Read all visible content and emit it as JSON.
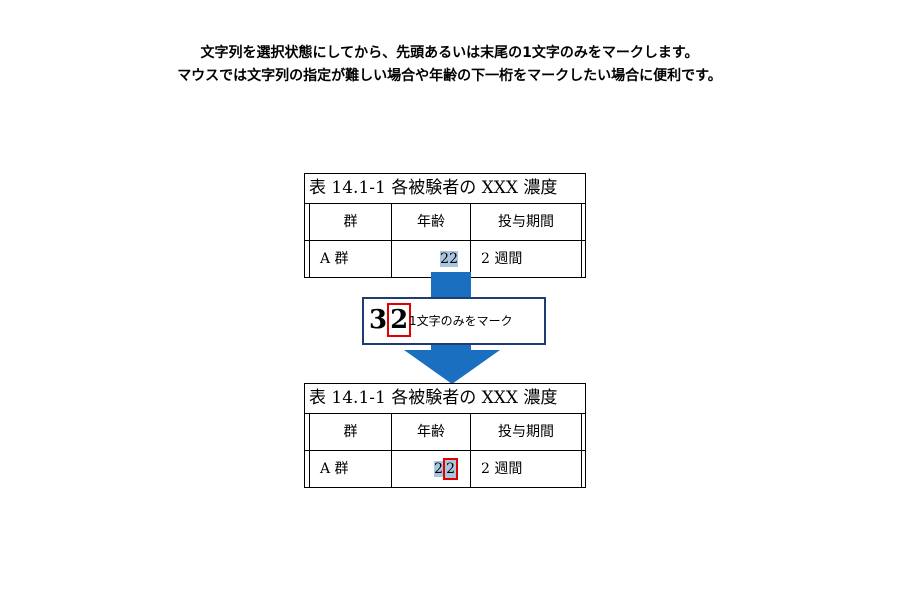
{
  "instructions": {
    "line1": "文字列を選択状態にしてから、先頭あるいは末尾の1文字のみをマークします。",
    "line2": "マウスでは文字列の指定が難しい場合や年齢の下一桁をマークしたい場合に便利です。"
  },
  "before_table": {
    "title": "表 14.1-1 各被験者の XXX 濃度",
    "headers": [
      "群",
      "年齢",
      "投与期間"
    ],
    "row": [
      "A 群",
      "22",
      "2 週間"
    ]
  },
  "callout": {
    "digit_plain": "3",
    "digit_marked": "2",
    "label": "1文字のみをマーク"
  },
  "after_table": {
    "title": "表 14.1-1 各被験者の XXX 濃度",
    "headers": [
      "群",
      "年齢",
      "投与期間"
    ],
    "row": [
      "A 群",
      "2",
      "2",
      "2 週間"
    ]
  },
  "colors": {
    "arrow": "#1a6fc1",
    "callout_border": "#1f3d73",
    "mark": "#e00000",
    "selection": "#a9c6de"
  }
}
